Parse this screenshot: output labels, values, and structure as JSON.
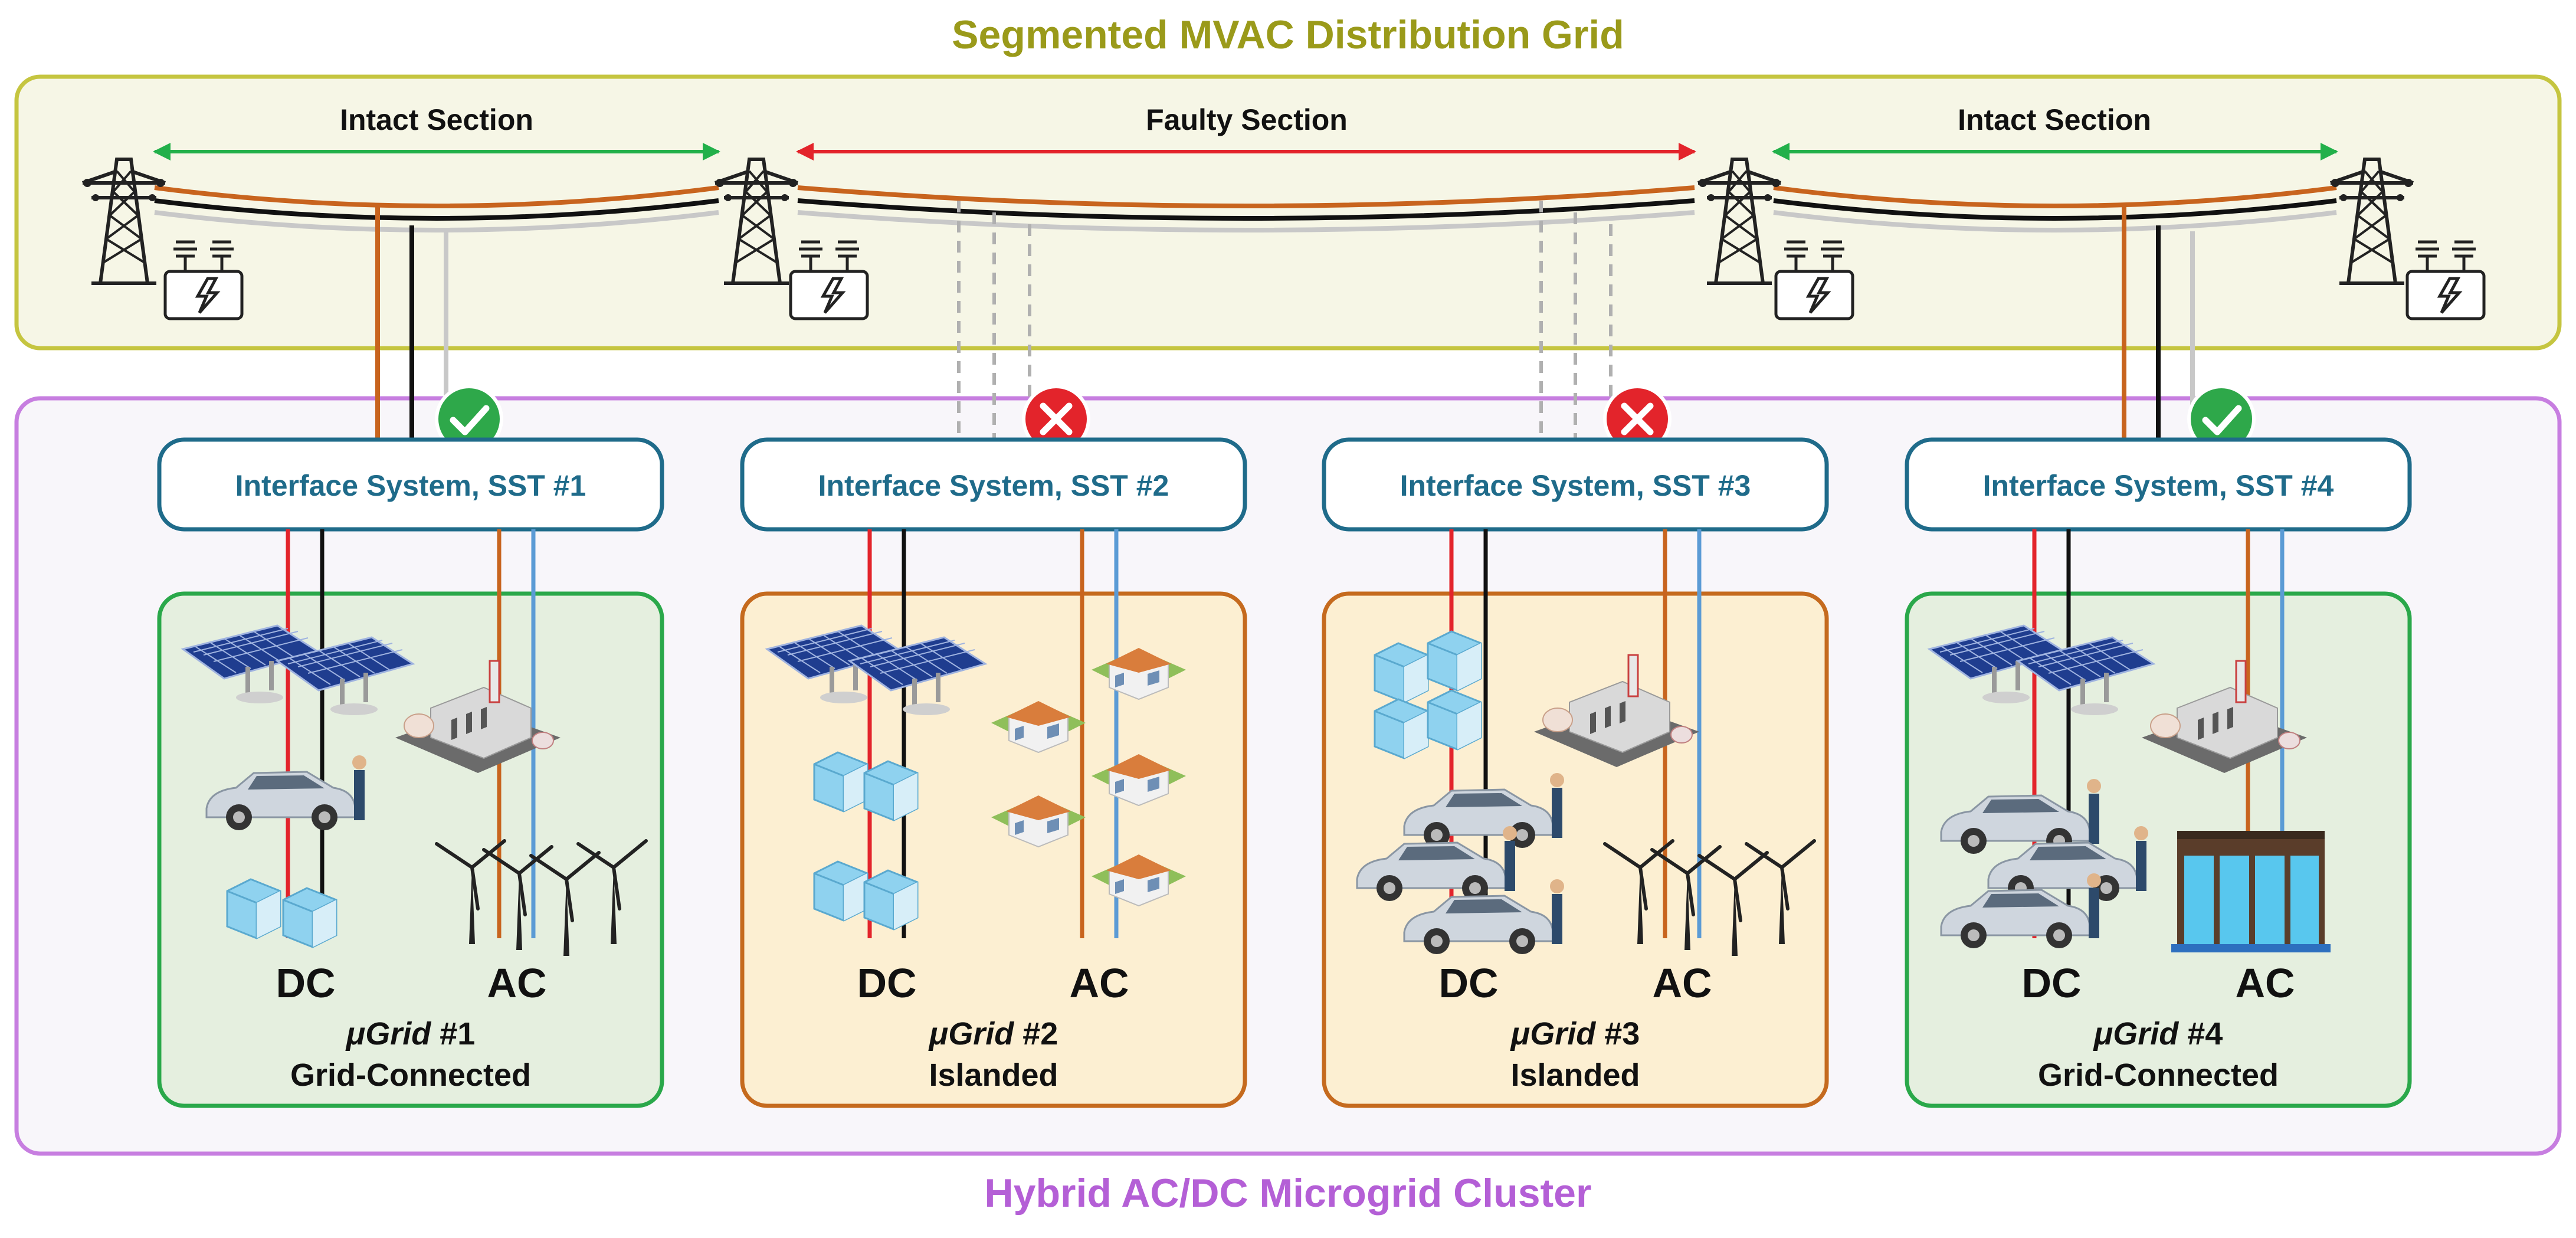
{
  "grid": {
    "title": "Segmented MVAC Distribution Grid",
    "sections": [
      {
        "label": "Intact Section",
        "status": "intact"
      },
      {
        "label": "Faulty Section",
        "status": "faulty"
      },
      {
        "label": "Intact Section",
        "status": "intact"
      }
    ]
  },
  "cluster": {
    "title": "Hybrid AC/DC Microgrid Cluster"
  },
  "interfaces": [
    {
      "label": "Interface System, SST #1",
      "status": "connected"
    },
    {
      "label": "Interface System, SST #2",
      "status": "disconnected"
    },
    {
      "label": "Interface System, SST #3",
      "status": "disconnected"
    },
    {
      "label": "Interface System, SST #4",
      "status": "connected"
    }
  ],
  "microgrids": [
    {
      "prefix": "μGrid",
      "number": "#1",
      "mode": "Grid-Connected",
      "dc": "DC",
      "ac": "AC"
    },
    {
      "prefix": "μGrid",
      "number": "#2",
      "mode": "Islanded",
      "dc": "DC",
      "ac": "AC"
    },
    {
      "prefix": "μGrid",
      "number": "#3",
      "mode": "Islanded",
      "dc": "DC",
      "ac": "AC"
    },
    {
      "prefix": "μGrid",
      "number": "#4",
      "mode": "Grid-Connected",
      "dc": "DC",
      "ac": "AC"
    }
  ],
  "colors": {
    "grid_title": "#9a9a1a",
    "grid_border": "#c5c540",
    "grid_fill": "#f6f6e6",
    "cluster_title": "#b45fd6",
    "cluster_border": "#c77ee0",
    "cluster_fill": "#f8f6fa",
    "interface_text": "#1f6b8a",
    "interface_border": "#1f6b8a",
    "connected_badge": "#2ea84a",
    "disconnected_badge": "#e3242b",
    "mg_connected_fill": "#e5efdf",
    "mg_connected_border": "#2aa84a",
    "mg_islanded_fill": "#fcefd2",
    "mg_islanded_border": "#c56a1e",
    "intact_arrow": "#22b04a",
    "faulty_arrow": "#e3242b",
    "line_orange": "#c8641e",
    "line_black": "#111111",
    "line_gray": "#c8c8c8",
    "dc_red": "#e3242b",
    "ac_blue": "#5b9bd5"
  }
}
